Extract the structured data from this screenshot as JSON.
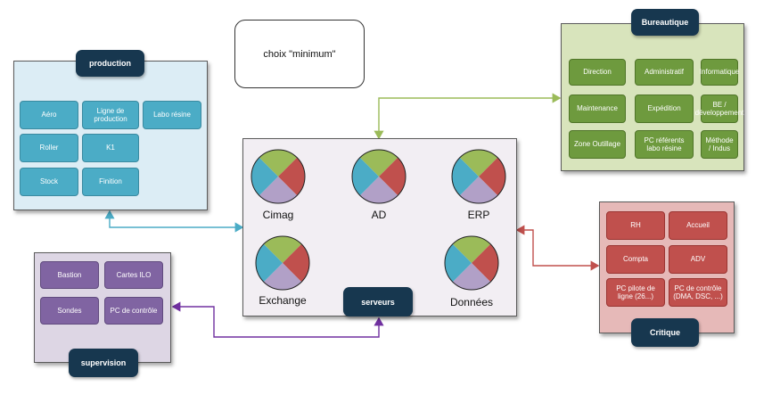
{
  "note": {
    "text": "choix \"minimum\""
  },
  "production": {
    "title": "production",
    "tiles": [
      "Aéro",
      "Ligne de production",
      "Labo résine",
      "Roller",
      "K1",
      "Stock",
      "Finition"
    ]
  },
  "bureautique": {
    "title": "Bureautique",
    "tiles": [
      "Direction",
      "Administratif",
      "Informatique",
      "Maintenance",
      "Expédition",
      "BE / développement",
      "Zone Outillage",
      "PC référents labo résine",
      "Méthode / Indus"
    ]
  },
  "critique": {
    "title": "Critique",
    "tiles": [
      "RH",
      "Accueil",
      "Compta",
      "ADV",
      "PC pilote de ligne (26...)",
      "PC de contrôle (DMA, DSC, ...)"
    ]
  },
  "supervision": {
    "title": "supervision",
    "tiles": [
      "Bastion",
      "Cartes ILO",
      "Sondes",
      "PC de contrôle"
    ]
  },
  "serveurs": {
    "title": "serveurs",
    "pies": [
      "Cimag",
      "AD",
      "ERP",
      "Exchange",
      "Données"
    ]
  },
  "colors": {
    "production_bg": "#dcedf5",
    "bureautique_bg": "#d8e4bc",
    "critique_bg": "#e6b9b8",
    "supervision_bg": "#ddd6e4",
    "serveurs_bg": "#f2eef3",
    "link_production": "#4bacc6",
    "link_bureautique": "#9bbb59",
    "link_critique": "#c0504d",
    "link_supervision": "#7030a0",
    "pie_green": "#9bbb59",
    "pie_red": "#c0504d",
    "pie_purple": "#b1a0c7",
    "pie_blue": "#4bacc6"
  }
}
